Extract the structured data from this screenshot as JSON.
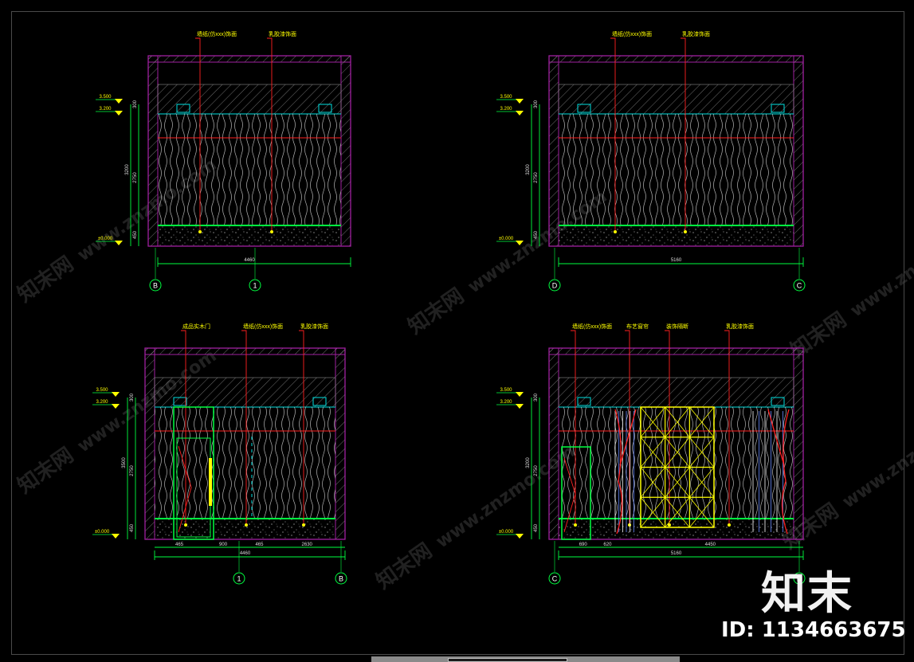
{
  "colors": {
    "background": "#000000",
    "wall": "#a020a0",
    "leader": "#ff2020",
    "dimension": "#00ff40",
    "ceiling": "#00e0e0",
    "label": "#ffff00",
    "hatch": "#bfbfbf",
    "texture": "#dddddd"
  },
  "watermark": {
    "site": "www.znzmo.com",
    "brand": "知末网"
  },
  "brand": {
    "logo_text": "知末",
    "id_label": "ID: 1134663675"
  },
  "elevations": [
    {
      "level_marks": [
        "3.500",
        "3.200",
        "±0.000"
      ],
      "dims_vertical": [
        "300",
        "3200",
        "2750",
        "450"
      ],
      "dims_horizontal": [
        "4460"
      ],
      "axis_left": "B",
      "axis_right": "1",
      "callouts": [
        "墙纸(仿xxx)饰面",
        "乳胶漆饰面"
      ]
    },
    {
      "level_marks": [
        "3.500",
        "3.200",
        "±0.000"
      ],
      "dims_vertical": [
        "300",
        "3200",
        "2750",
        "450"
      ],
      "dims_horizontal": [
        "5160"
      ],
      "axis_left": "D",
      "axis_right": "C",
      "callouts": [
        "墙纸(仿xxx)饰面",
        "乳胶漆饰面"
      ]
    },
    {
      "level_marks": [
        "3.500",
        "3.200",
        "±0.000"
      ],
      "dims_vertical": [
        "300",
        "3500",
        "2750",
        "450"
      ],
      "dims_horizontal": [
        "465",
        "900",
        "465",
        "2630",
        "4460"
      ],
      "axis_left": "1",
      "axis_right": "B",
      "callouts": [
        "成品实木门",
        "墙纸(仿xxx)饰面",
        "乳胶漆饰面"
      ]
    },
    {
      "level_marks": [
        "3.500",
        "3.200",
        "±0.000"
      ],
      "dims_vertical": [
        "300",
        "3200",
        "2750",
        "450"
      ],
      "dims_horizontal": [
        "690",
        "620",
        "4450",
        "5160"
      ],
      "axis_left": "C",
      "axis_right": "D",
      "callouts": [
        "墙纸(仿xxx)饰面",
        "布艺窗帘",
        "装饰隔断",
        "乳胶漆饰面"
      ]
    }
  ]
}
